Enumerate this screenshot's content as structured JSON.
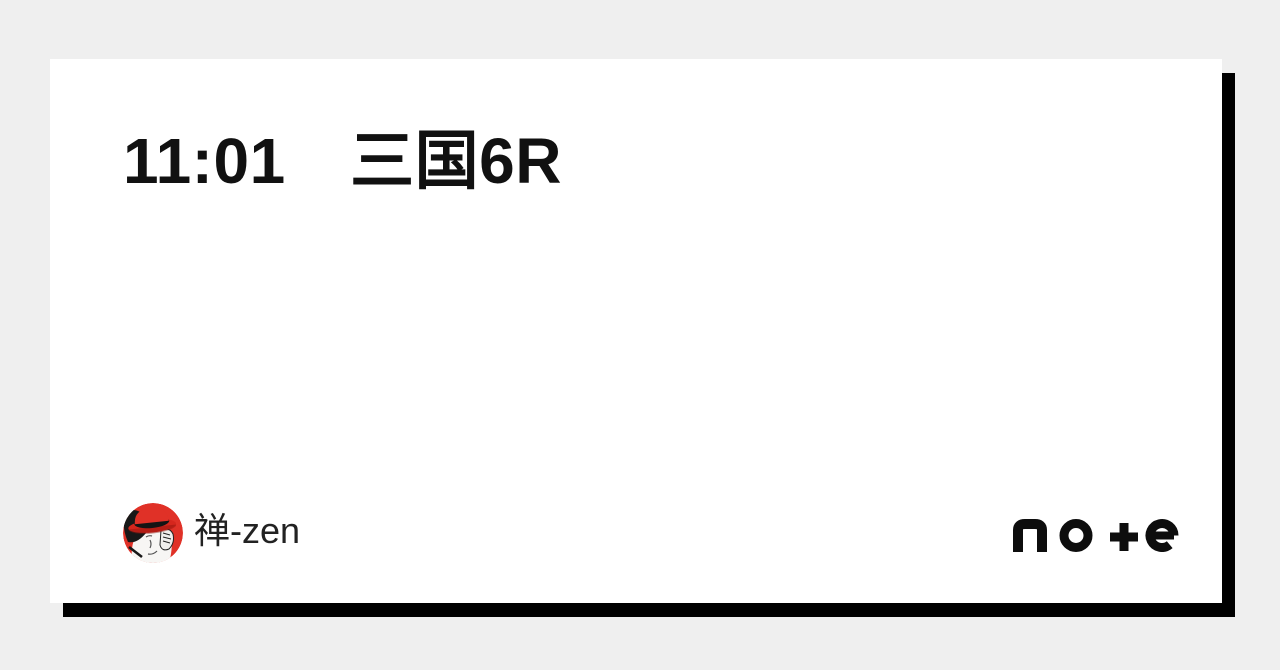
{
  "theme": {
    "bg": "#efefef",
    "card": "#ffffff",
    "shadow": "#000000",
    "text": "#111111",
    "accent_red": "#e03127",
    "logo_color": "#0d0d0d"
  },
  "card": {
    "title": "11:01　三国6R",
    "footer": {
      "author": {
        "name": "禅-zen",
        "avatar_icon": "author-avatar"
      },
      "brand": {
        "logo_icon": "note-logo",
        "logo_text": "note"
      }
    }
  }
}
